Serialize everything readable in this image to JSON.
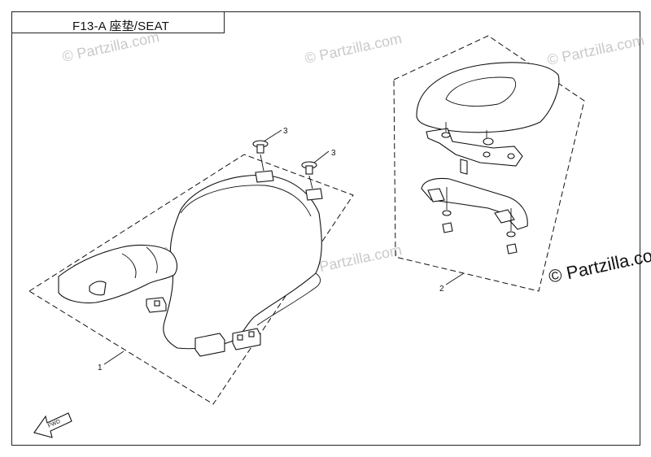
{
  "header": {
    "title": "F13-A 座垫/SEAT"
  },
  "callouts": {
    "front_seat": "1",
    "rear_seat": "2",
    "bolt_left": "3",
    "bolt_right": "3"
  },
  "watermarks": {
    "small": "© Partzilla.com",
    "large": "© Partzilla.com"
  },
  "direction_arrow": {
    "label": "FWD"
  },
  "colors": {
    "line": "#111111",
    "watermark": "#c9c9c9"
  }
}
